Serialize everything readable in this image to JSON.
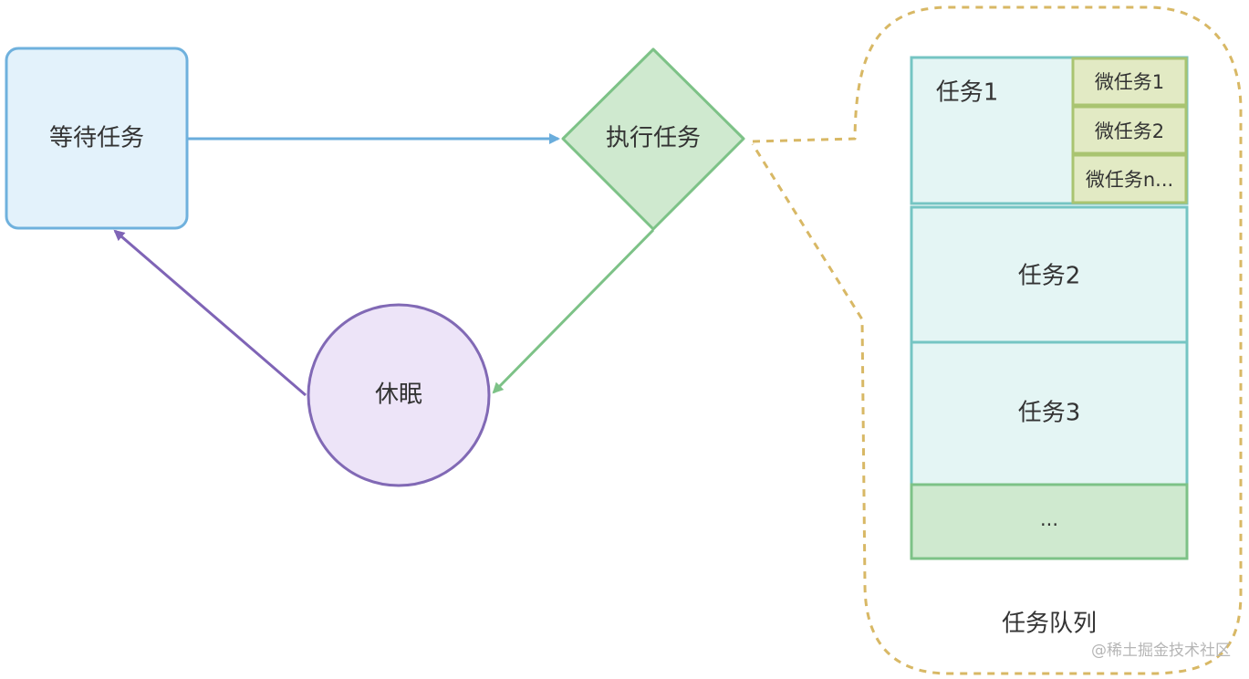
{
  "nodes": {
    "wait": {
      "label": "等待任务"
    },
    "execute": {
      "label": "执行任务"
    },
    "sleep": {
      "label": "休眠"
    }
  },
  "queue": {
    "title": "任务队列",
    "task1": {
      "label": "任务1",
      "microtasks": [
        "微任务1",
        "微任务2",
        "微任务n..."
      ]
    },
    "task2": {
      "label": "任务2"
    },
    "task3": {
      "label": "任务3"
    },
    "more": {
      "label": "..."
    }
  },
  "watermark": "@稀土掘金技术社区",
  "colors": {
    "wait_fill": "#e3f2fb",
    "wait_stroke": "#6fb1dd",
    "execute_fill": "#cfe9cf",
    "execute_stroke": "#7dc287",
    "sleep_fill": "#ede4f8",
    "sleep_stroke": "#8169b5",
    "queue_fill": "#e4f5f4",
    "queue_stroke": "#75c5c3",
    "microtask_fill": "#e2eac4",
    "microtask_stroke": "#a9c471",
    "more_fill": "#cfe9cf",
    "more_stroke": "#7dc287",
    "bubble_stroke": "#d8b865",
    "edge_wait_execute": "#6aaddc",
    "edge_execute_sleep": "#7dc287",
    "edge_sleep_wait": "#7f64b6"
  }
}
